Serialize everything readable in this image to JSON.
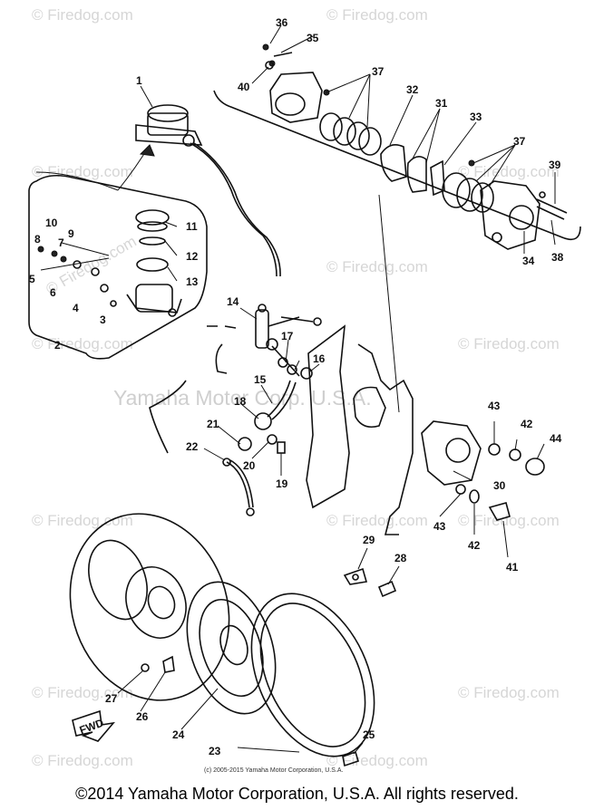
{
  "diagram": {
    "watermarks": [
      "© Firedog.com",
      "© Firedog.com",
      "© Firedog.com",
      "© Firedog.com",
      "© Firedog.com",
      "© Firedog.com",
      "© Firedog.com",
      "© Firedog.com",
      "© Firedog.com",
      "© Firedog.com",
      "© Firedog.com",
      "© Firedog.com",
      "© Firedog.com",
      "© Firedog.com"
    ],
    "center_watermark": "Yamaha Motor Corp. U.S.A.",
    "fine_print": "(c) 2005-2015 Yamaha Motor Corporation, U.S.A.",
    "fwd_label": "FWD",
    "part_numbers": [
      "1",
      "2",
      "3",
      "4",
      "5",
      "6",
      "7",
      "8",
      "9",
      "10",
      "11",
      "12",
      "13",
      "14",
      "15",
      "16",
      "17",
      "18",
      "19",
      "20",
      "21",
      "22",
      "23",
      "24",
      "25",
      "26",
      "27",
      "28",
      "29",
      "30",
      "31",
      "32",
      "33",
      "34",
      "35",
      "36",
      "37",
      "37",
      "37",
      "38",
      "39",
      "40",
      "41",
      "42",
      "42",
      "43",
      "43",
      "44"
    ]
  },
  "copyright": "©2014 Yamaha Motor Corporation, U.S.A. All rights reserved."
}
